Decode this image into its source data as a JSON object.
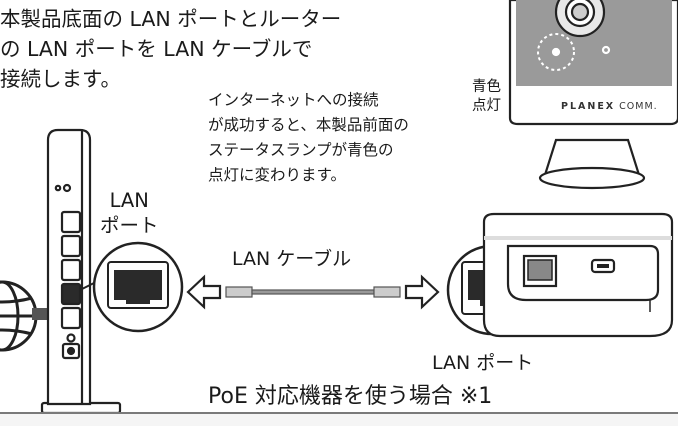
{
  "instructions": {
    "line1": "本製品底面の LAN ポートとルーター",
    "line2": "の LAN ポートを LAN ケーブルで",
    "line3": "接続します。"
  },
  "status_note": {
    "line1": "インターネットへの接続",
    "line2": "が成功すると、本製品前面の",
    "line3": "ステータスランプが青色の",
    "line4": "点灯に変わります。"
  },
  "lamp_label": {
    "line1": "青色",
    "line2": "点灯"
  },
  "router_port_label": {
    "line1": "LAN",
    "line2": "ポート"
  },
  "cable_label": "LAN ケーブル",
  "camera_port_label": "LAN ポート",
  "poe_heading": "PoE 対応機器を使う場合 ※1",
  "brand": {
    "name": "PLANEX",
    "suffix": "COMM."
  },
  "colors": {
    "line_art": "#222222",
    "port_fill": "#2a2a2a"
  }
}
